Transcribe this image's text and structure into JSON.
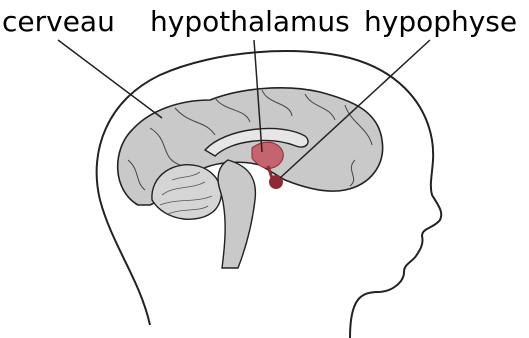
{
  "labels": {
    "cerveau": "cerveau",
    "hypothalamus": "hypothalamus",
    "hypophyse": "hypophyse"
  },
  "colors": {
    "background": "#ffffff",
    "line": "#222222",
    "brain_fill": "#c9c9c9",
    "gland_fill": "#c4656e",
    "gland_dark": "#8f2a35"
  }
}
